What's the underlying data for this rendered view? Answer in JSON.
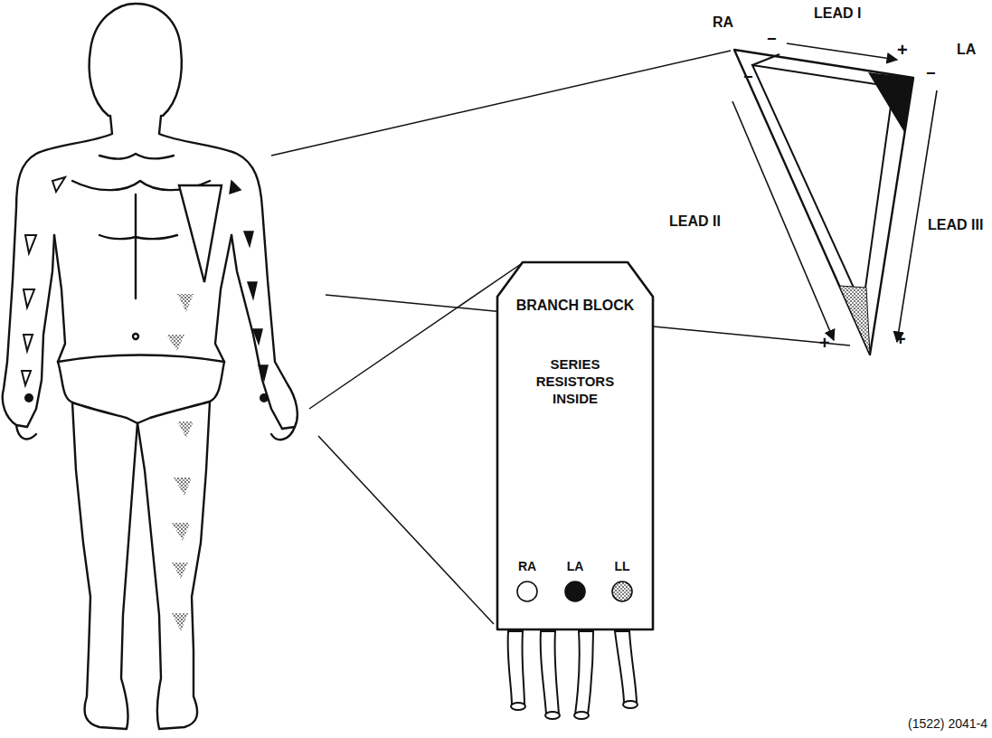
{
  "diagram": {
    "caption": "(1522) 2041-4",
    "nodes": [
      {
        "text": [
          "BRANCH BLOCK",
          "SERIES RESISTORS INSIDE",
          "RA",
          "LA",
          "LL"
        ]
      }
    ],
    "labels": [
      "RA",
      "LEAD I",
      "−",
      "+",
      "LA",
      "−",
      "−",
      "LEAD II",
      "LEAD III",
      "+",
      "+"
    ]
  }
}
